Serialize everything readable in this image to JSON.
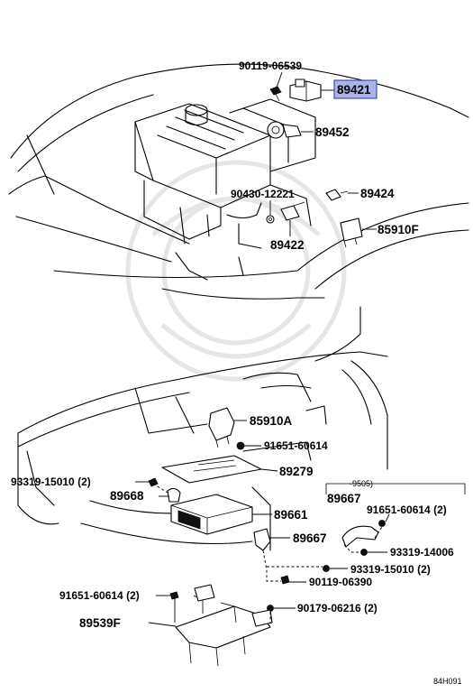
{
  "diagram": {
    "highlight_color": "#aab4e6",
    "highlight_border": "#3b4fb8",
    "labels": {
      "p90119_06539": "90119-06539",
      "p89421": "89421",
      "p89452": "89452",
      "p90430_12221": "90430-12221",
      "p89424": "89424",
      "p89422": "89422",
      "p85910F": "85910F",
      "p85910A": "85910A",
      "p91651_60614_a": "91651-60614",
      "p93319_15010_2_a": "93319-15010 (2)",
      "p89279": "89279",
      "p9505": "-9505)",
      "p89668": "89668",
      "p89667_a": "89667",
      "p91651_60614_2_a": "91651-60614 (2)",
      "p89661": "89661",
      "p89667_b": "89667",
      "p93319_14006": "93319-14006",
      "p93319_15010_2_b": "93319-15010 (2)",
      "p90119_06390": "90119-06390",
      "p91651_60614_2_b": "91651-60614 (2)",
      "p90179_06216_2": "90179-06216 (2)",
      "p89539F": "89539F",
      "figure_code": "84H091"
    }
  }
}
